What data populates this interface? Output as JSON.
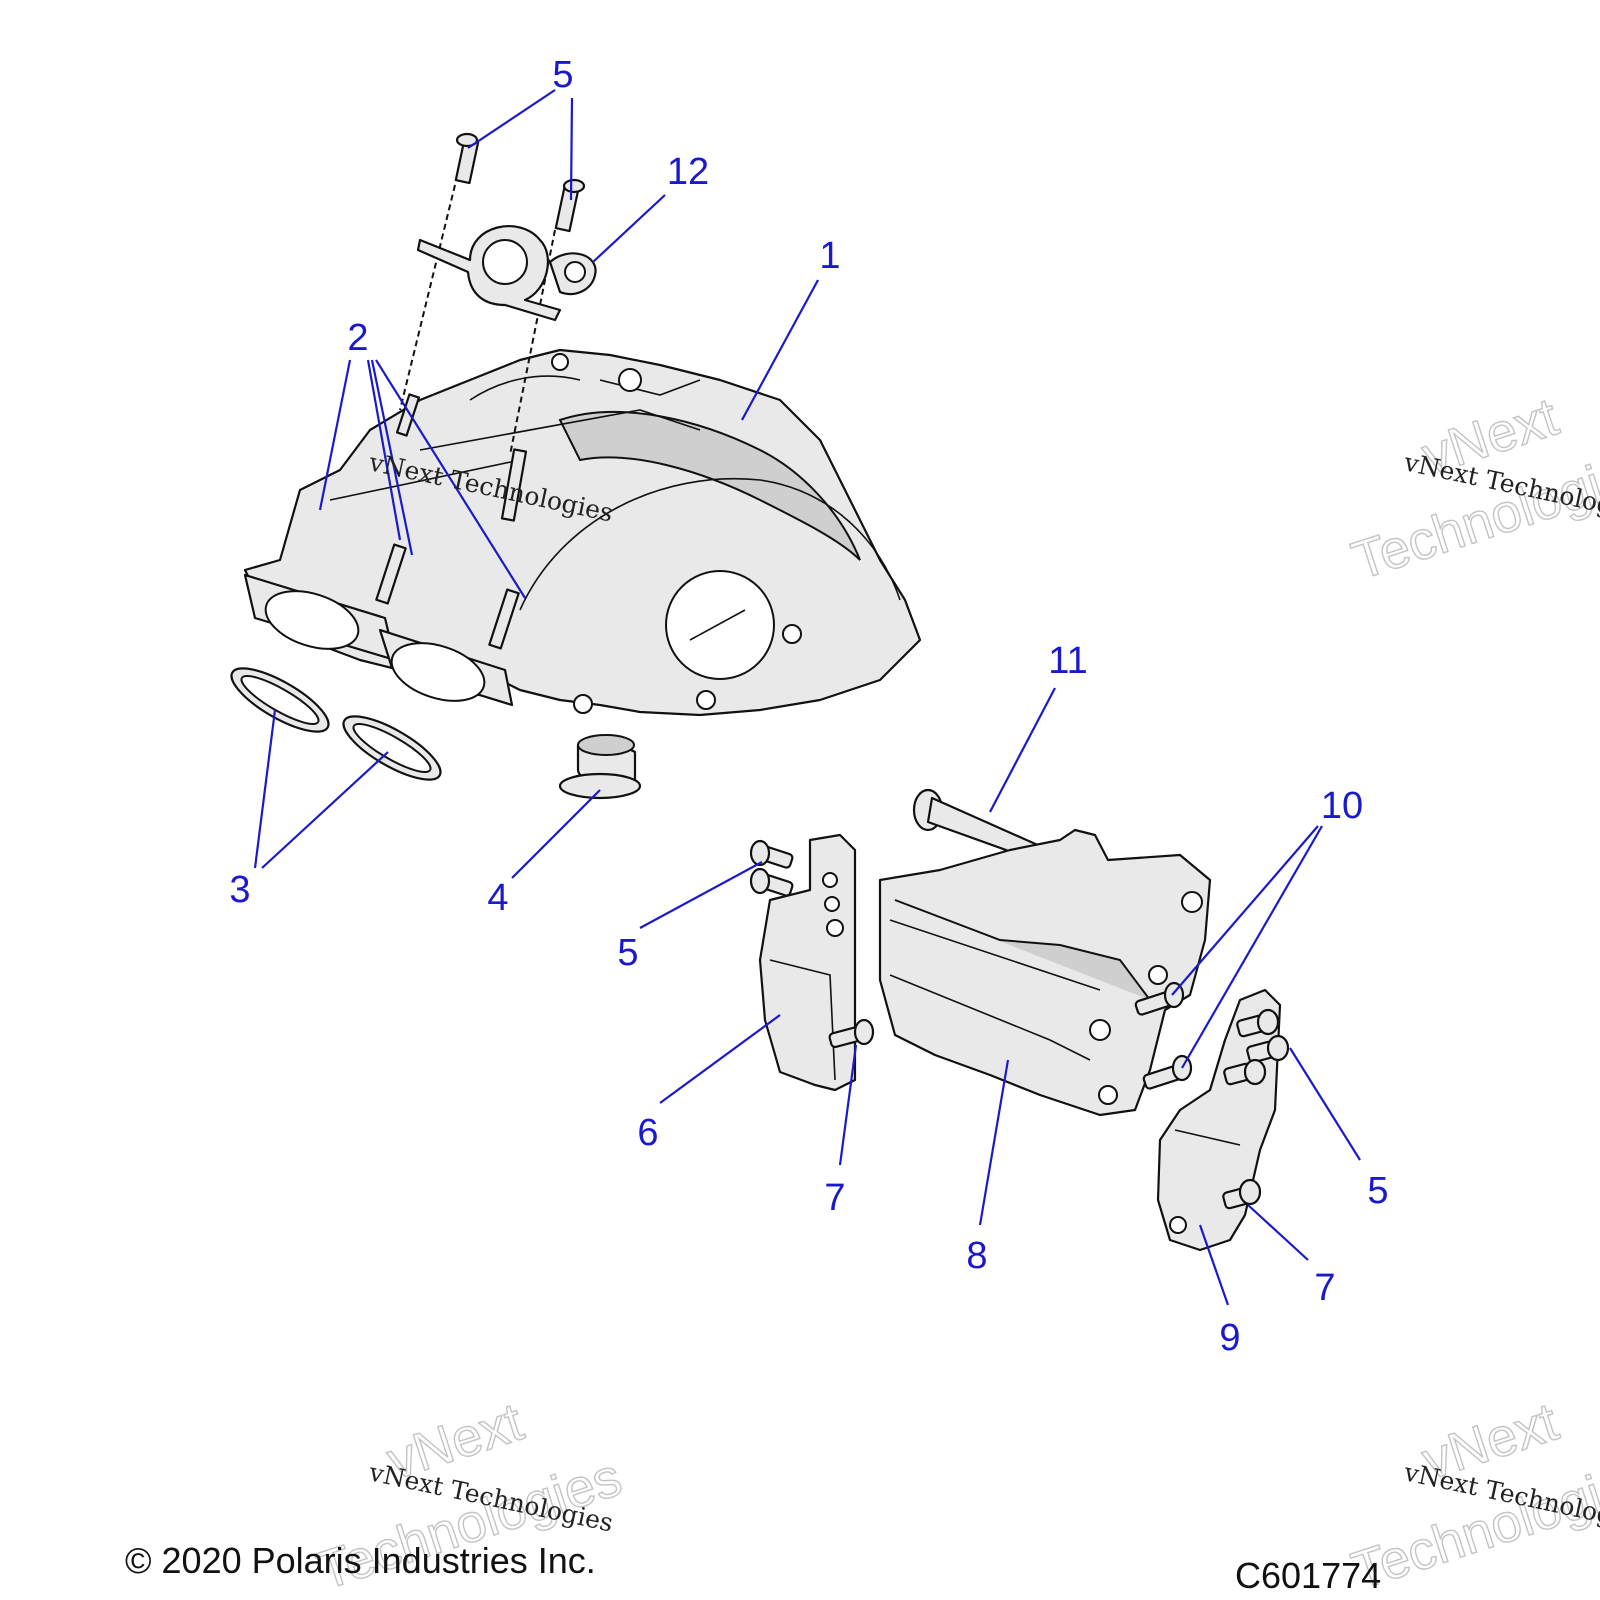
{
  "callouts": {
    "c5a": "5",
    "c12": "12",
    "c1": "1",
    "c2": "2",
    "c11": "11",
    "c10": "10",
    "c3": "3",
    "c4": "4",
    "c5b": "5",
    "c6": "6",
    "c7a": "7",
    "c8": "8",
    "c5c": "5",
    "c9": "9",
    "c7b": "7"
  },
  "watermark": {
    "small": "vNext Technologies",
    "large_line1": "vNext",
    "large_line2": "Technologies"
  },
  "footer": {
    "copyright": "© 2020 Polaris Industries Inc.",
    "figure_code": "C601774"
  },
  "colors": {
    "callout": "#1a1acc",
    "line_art": "#111111",
    "part_fill": "#e9e9e9",
    "watermark_outline": "#c4c4c4"
  }
}
